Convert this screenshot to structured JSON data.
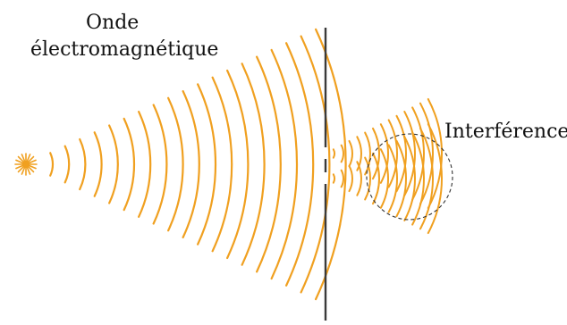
{
  "labels": {
    "wave_line1": "Onde",
    "wave_line2": "électromagnétique",
    "interference": "Interférences"
  },
  "colors": {
    "wave": "#F0A020",
    "source": "#F0A020",
    "screen": "#3a3a3a",
    "circle": "#333333",
    "text": "#111111"
  },
  "icons": {
    "source": "sun-burst-icon"
  }
}
